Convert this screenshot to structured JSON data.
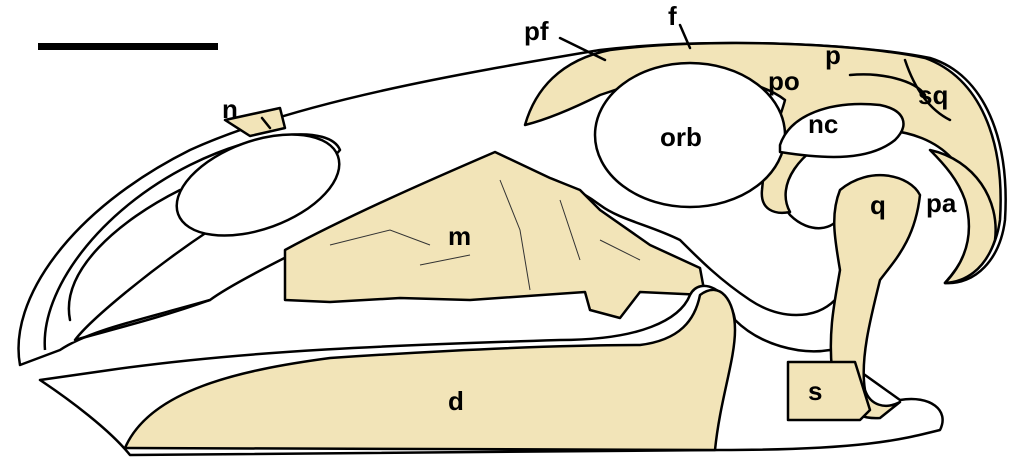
{
  "figure": {
    "colors": {
      "bone": "#f2e4b8",
      "outline": "#000000",
      "background": "#ffffff"
    },
    "labels": {
      "nasal": "n",
      "prefrontal": "pf",
      "frontal": "f",
      "postorbital": "po",
      "parietal": "p",
      "squamosal": "sq",
      "nuchal_crest": "nc",
      "orbit": "orb",
      "maxilla": "m",
      "quadrate": "q",
      "paroccipital": "pa",
      "dentary": "d",
      "surangular": "s"
    }
  }
}
